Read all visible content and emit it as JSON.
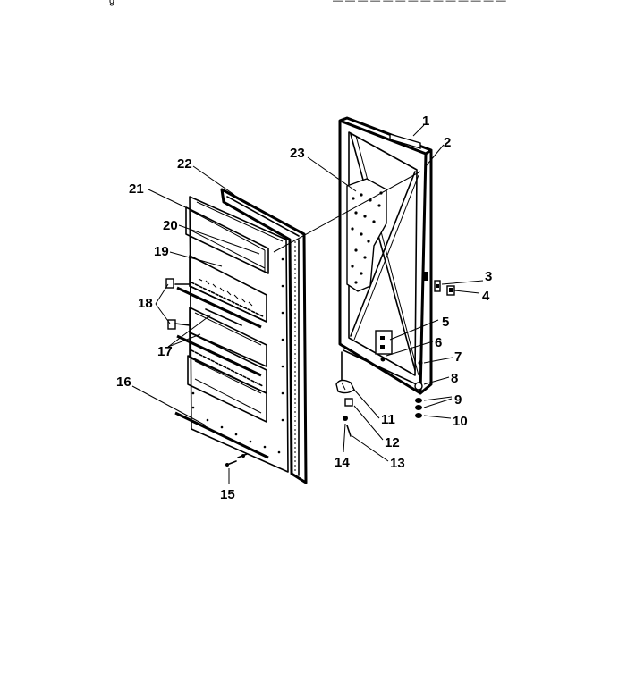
{
  "header_fragments": [
    "g",
    "— — —  — —  — —  — —  — — —  — —"
  ],
  "callouts": [
    {
      "id": "1",
      "label": "1"
    },
    {
      "id": "2",
      "label": "2"
    },
    {
      "id": "3",
      "label": "3"
    },
    {
      "id": "4",
      "label": "4"
    },
    {
      "id": "5",
      "label": "5"
    },
    {
      "id": "6",
      "label": "6"
    },
    {
      "id": "7",
      "label": "7"
    },
    {
      "id": "8",
      "label": "8"
    },
    {
      "id": "9",
      "label": "9"
    },
    {
      "id": "10",
      "label": "10"
    },
    {
      "id": "11",
      "label": "11"
    },
    {
      "id": "12",
      "label": "12"
    },
    {
      "id": "13",
      "label": "13"
    },
    {
      "id": "14",
      "label": "14"
    },
    {
      "id": "15",
      "label": "15"
    },
    {
      "id": "16",
      "label": "16"
    },
    {
      "id": "17",
      "label": "17"
    },
    {
      "id": "18",
      "label": "18"
    },
    {
      "id": "19",
      "label": "19"
    },
    {
      "id": "20",
      "label": "20"
    },
    {
      "id": "21",
      "label": "21"
    },
    {
      "id": "22",
      "label": "22"
    },
    {
      "id": "23",
      "label": "23"
    }
  ]
}
